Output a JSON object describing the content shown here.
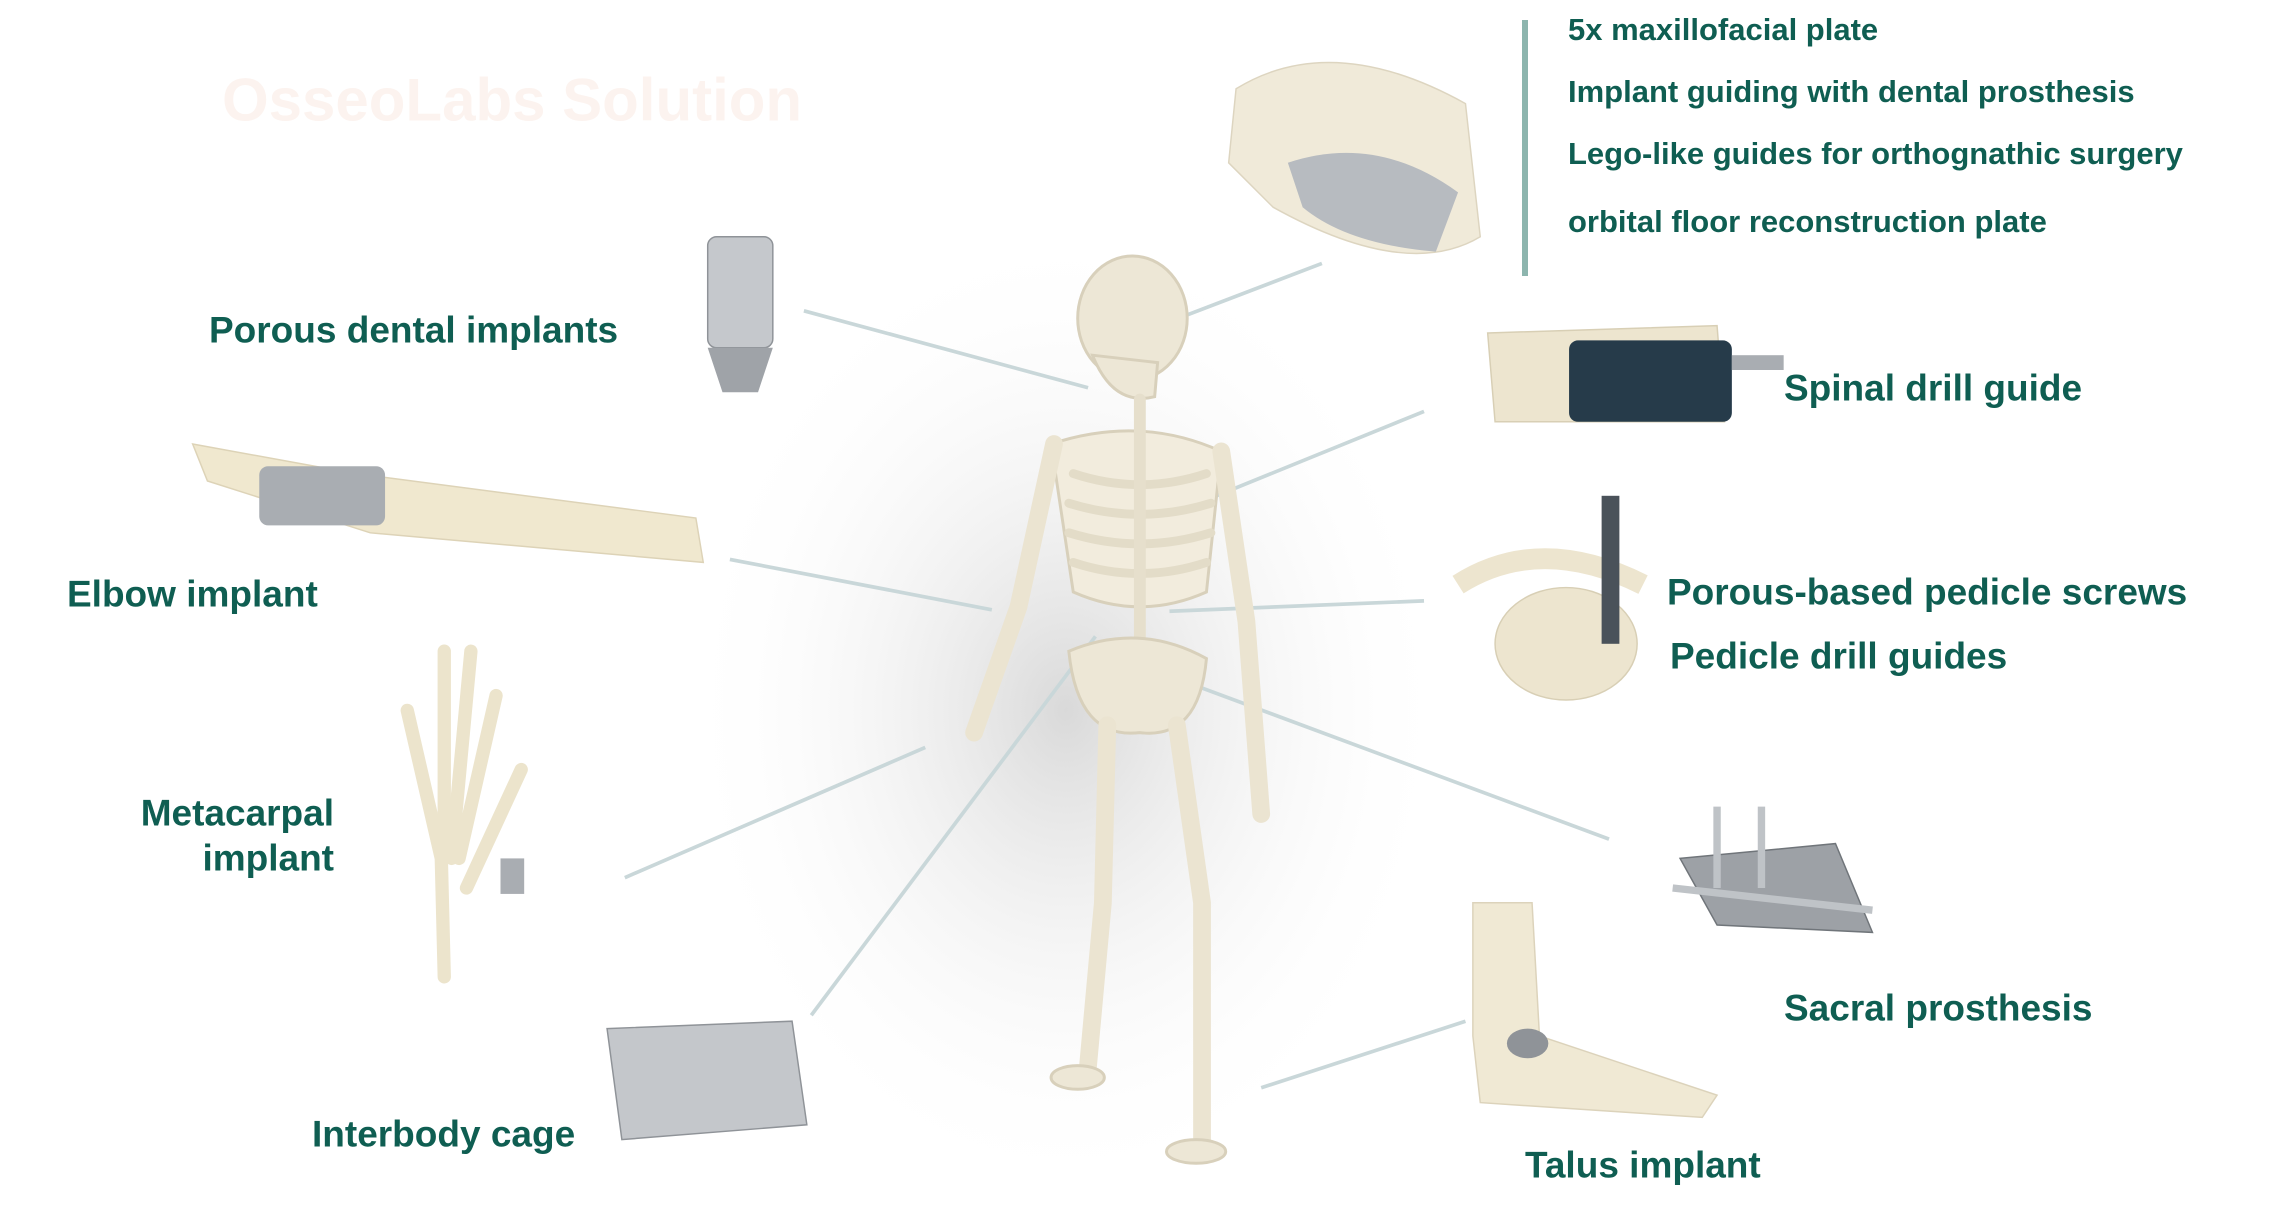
{
  "title": "OsseoLabs Solution",
  "maxillofacial_list": [
    "5x maxillofacial plate",
    "Implant guiding with dental prosthesis",
    "Lego-like guides for orthognathic surgery",
    "orbital floor reconstruction plate"
  ],
  "labels": {
    "porous_dental": "Porous dental implants",
    "elbow": "Elbow implant",
    "metacarpal_line1": "Metacarpal",
    "metacarpal_line2": "implant",
    "interbody": "Interbody cage",
    "spinal": "Spinal drill guide",
    "pedicle_screws": "Porous-based pedicle screws",
    "pedicle_guides": "Pedicle drill guides",
    "sacral": "Sacral prosthesis",
    "talus": "Talus implant"
  },
  "colors": {
    "text": "#0f5e52",
    "bar": "#8db5ae",
    "connector": "#c9d7d9",
    "bone": "#ede7d6",
    "metal": "#a9adb2"
  }
}
